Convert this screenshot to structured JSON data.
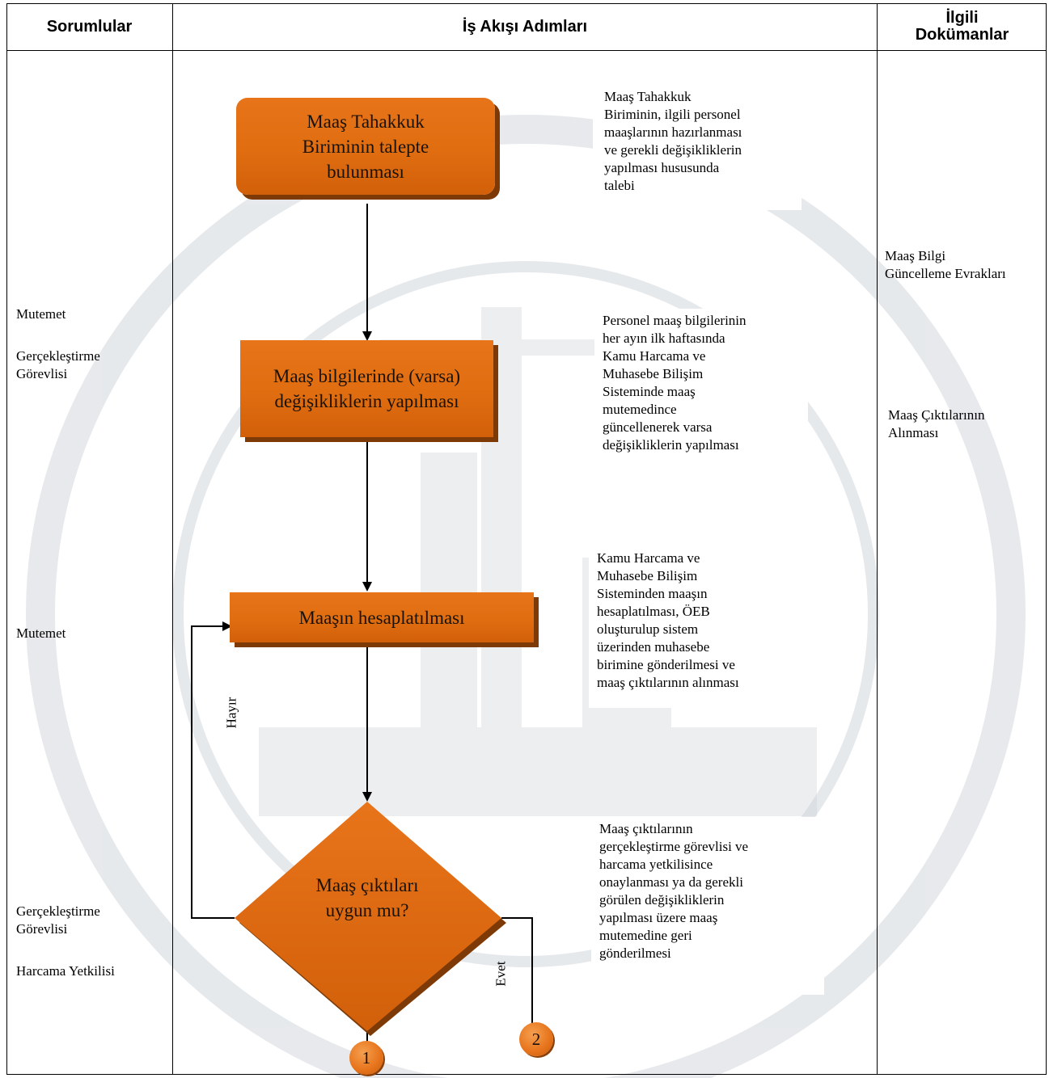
{
  "header": {
    "col1": "Sorumlular",
    "col2": "İş Akışı Adımları",
    "col3_line1": "İlgili",
    "col3_line2": "Dokümanlar"
  },
  "responsibles": {
    "mutemet_1": "Mutemet",
    "gercek_1_line1": "Gerçekleştirme",
    "gercek_1_line2": "Görevlisi",
    "mutemet_2": "Mutemet",
    "gercek_2_line1": "Gerçekleştirme",
    "gercek_2_line2": "Görevlisi",
    "harcama": "Harcama Yetkilisi"
  },
  "steps": {
    "step1": [
      "Maaş Tahakkuk",
      "Biriminin talepte",
      "bulunması"
    ],
    "step2": [
      "Maaş bilgilerinde (varsa)",
      "değişikliklerin yapılması"
    ],
    "step3": "Maaşın hesaplatılması",
    "decision": [
      "Maaş çıktıları",
      "uygun mu?"
    ],
    "no_label": "Hayır",
    "yes_label": "Evet",
    "connector_1": "1",
    "connector_2": "2"
  },
  "notes": {
    "note1": [
      "Maaş Tahakkuk",
      "Biriminin, ilgili personel",
      "maaşlarının hazırlanması",
      "ve gerekli değişikliklerin",
      "yapılması hususunda",
      "talebi"
    ],
    "note2": [
      "Personel maaş bilgilerinin",
      "her ayın ilk haftasında",
      "Kamu Harcama ve",
      "Muhasebe Bilişim",
      "Sisteminde maaş",
      "mutemedince",
      "güncellenerek varsa",
      "değişikliklerin yapılması"
    ],
    "note3": [
      "Kamu Harcama ve",
      "Muhasebe Bilişim",
      "Sisteminden maaşın",
      "hesaplatılması,  ÖEB",
      "oluşturulup sistem",
      "üzerinden muhasebe",
      "birimine gönderilmesi ve",
      "maaş çıktılarının alınması"
    ],
    "note4": [
      "Maaş çıktılarının",
      "gerçekleştirme görevlisi ve",
      "harcama yetkilisince",
      "onaylanması ya da gerekli",
      "görülen değişikliklerin",
      "yapılması üzere maaş",
      "mutemedine geri",
      "gönderilmesi"
    ]
  },
  "documents": {
    "doc1": [
      "Maaş Bilgi",
      "Güncelleme Evrakları"
    ],
    "doc2": [
      "Maaş Çıktılarının",
      "Alınması"
    ]
  },
  "colors": {
    "box_fill": "#e06d10",
    "box_shadow": "#7e3a06",
    "watermark": "#d9dde0"
  }
}
